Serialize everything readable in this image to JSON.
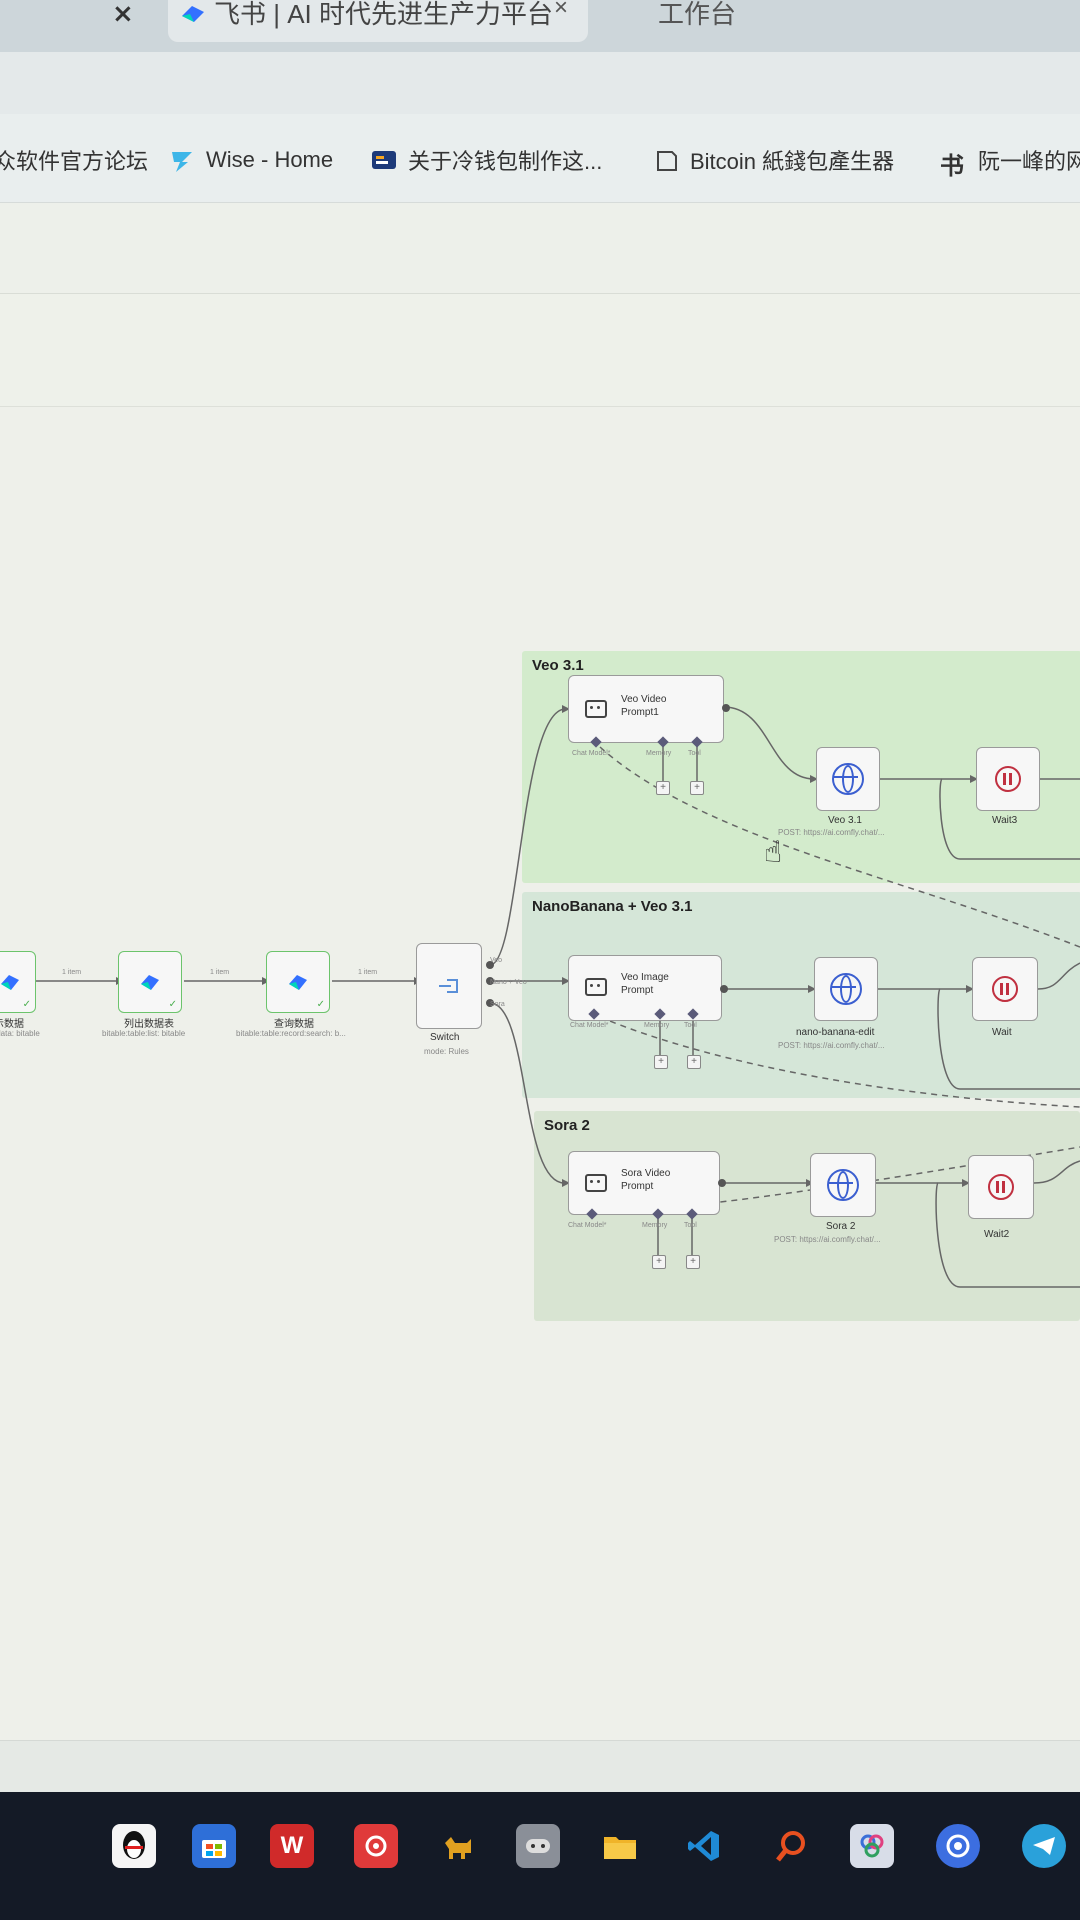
{
  "browser": {
    "tabs": [
      {
        "title": "飞书 | AI 时代先进生产力平台",
        "close": "×"
      },
      {
        "title": "工作台"
      }
    ],
    "prev_tab_close": "×",
    "bookmarks": [
      {
        "label": "众软件官方论坛",
        "icon": "forum-icon"
      },
      {
        "label": "Wise - Home",
        "icon": "wise-icon"
      },
      {
        "label": "关于冷钱包制作这...",
        "icon": "wallet-icon"
      },
      {
        "label": "Bitcoin 紙錢包產生器",
        "icon": "bitcoin-icon"
      },
      {
        "label": "阮一峰的网",
        "icon": "blog-icon"
      }
    ]
  },
  "workflow": {
    "groups": [
      {
        "label": "Veo 3.1",
        "color": "#d3ebcc"
      },
      {
        "label": "NanoBanana + Veo 3.1",
        "color": "#d5e6d8"
      },
      {
        "label": "Sora 2",
        "color": "#d8e4d2"
      }
    ],
    "left_nodes": [
      {
        "caption": "示数据",
        "sub": "aidata: bitable"
      },
      {
        "caption": "列出数据表",
        "sub": "bitable:table:list: bitable"
      },
      {
        "caption": "查询数据",
        "sub": "bitable:table:record:search: b..."
      }
    ],
    "edge_labels": [
      "1 item",
      "1 item",
      "1 item"
    ],
    "switch": {
      "caption": "Switch",
      "sub": "mode: Rules",
      "outputs": [
        "Veo",
        "Nano + Veo",
        "Sora"
      ]
    },
    "agents": [
      {
        "title": "Veo Video",
        "title2": "Prompt1",
        "ports": [
          "Chat Model*",
          "Memory",
          "Tool"
        ]
      },
      {
        "title": "Veo Image",
        "title2": "Prompt",
        "ports": [
          "Chat Model*",
          "Memory",
          "Tool"
        ]
      },
      {
        "title": "Sora Video",
        "title2": "Prompt",
        "ports": [
          "Chat Model*",
          "Memory",
          "Tool"
        ]
      }
    ],
    "http_nodes": [
      {
        "caption": "Veo 3.1",
        "sub": "POST: https://ai.comfly.chat/..."
      },
      {
        "caption": "nano-banana-edit",
        "sub": "POST: https://ai.comfly.chat/..."
      },
      {
        "caption": "Sora 2",
        "sub": "POST: https://ai.comfly.chat/..."
      }
    ],
    "wait_nodes": [
      {
        "caption": "Wait3"
      },
      {
        "caption": "Wait"
      },
      {
        "caption": "Wait2"
      }
    ]
  },
  "taskbar": {
    "apps": [
      {
        "icon": "qq-icon",
        "color": "#f5f5f5"
      },
      {
        "icon": "store-icon",
        "color": "#2e6fd8"
      },
      {
        "icon": "wps-icon",
        "color": "#d02a2a"
      },
      {
        "icon": "netease-music-icon",
        "color": "#e03a3a"
      },
      {
        "icon": "dog-app-icon",
        "color": "#e0a020"
      },
      {
        "icon": "game-controller-icon",
        "color": "#8a8f98"
      },
      {
        "icon": "file-explorer-icon",
        "color": "#f0b429"
      },
      {
        "icon": "vscode-icon",
        "color": "#1f8ad6"
      },
      {
        "icon": "search-app-icon",
        "color": "#e85020"
      },
      {
        "icon": "photo-app-icon",
        "color": "#d8dde8"
      },
      {
        "icon": "browser-app-icon",
        "color": "#3c6ee0"
      },
      {
        "icon": "telegram-icon",
        "color": "#2aa1da"
      }
    ],
    "wps_letter": "W"
  }
}
